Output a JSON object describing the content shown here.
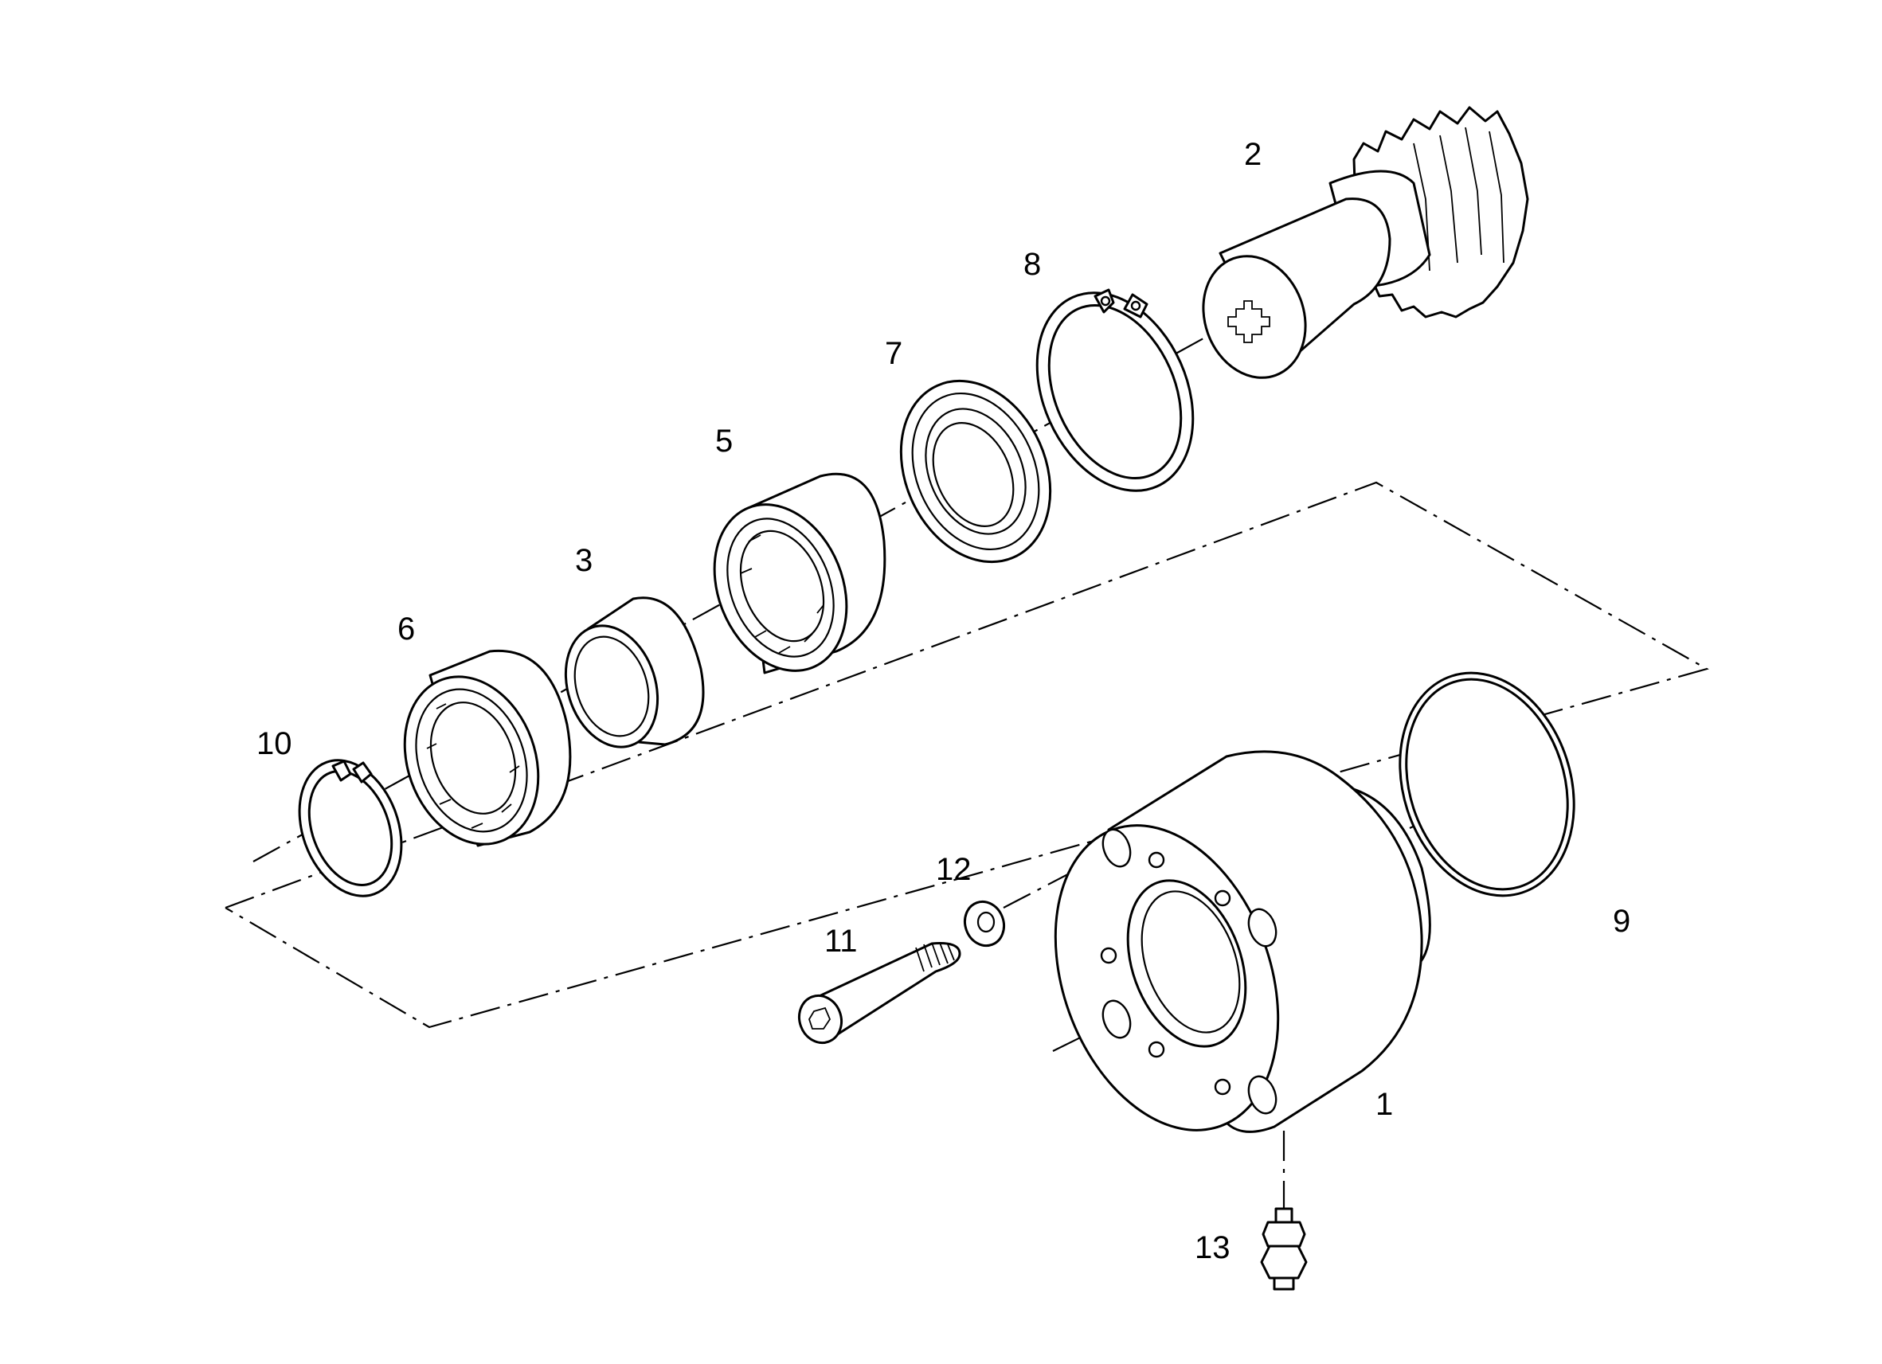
{
  "callouts": {
    "p1": "1",
    "p2": "2",
    "p3": "3",
    "p5": "5",
    "p6": "6",
    "p7": "7",
    "p8": "8",
    "p9": "9",
    "p10": "10",
    "p11": "11",
    "p12": "12",
    "p13": "13"
  }
}
